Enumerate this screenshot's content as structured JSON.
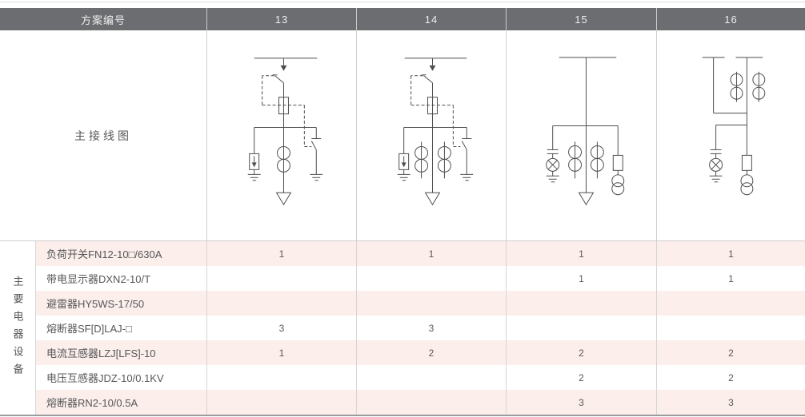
{
  "table": {
    "header": {
      "scheme_label": "方案编号",
      "schemes": [
        "13",
        "14",
        "15",
        "16"
      ]
    },
    "diagram_row_label": "主接线图",
    "equipment_group_label": "主要电器设备",
    "equipment_rows": [
      {
        "name": "负荷开关FN12-10□/630A",
        "values": [
          "1",
          "1",
          "1",
          "1"
        ]
      },
      {
        "name": "带电显示器DXN2-10/T",
        "values": [
          "",
          "",
          "1",
          "1"
        ]
      },
      {
        "name": "避雷器HY5WS-17/50",
        "values": [
          "",
          "",
          "",
          ""
        ]
      },
      {
        "name": "熔断器SF[D]LAJ-□",
        "values": [
          "3",
          "3",
          "",
          ""
        ]
      },
      {
        "name": "电流互感器LZJ[LFS]-10",
        "values": [
          "1",
          "2",
          "2",
          "2"
        ]
      },
      {
        "name": "电压互感器JDZ-10/0.1KV",
        "values": [
          "",
          "",
          "2",
          "2"
        ]
      },
      {
        "name": "熔断器RN2-10/0.5A",
        "values": [
          "",
          "",
          "3",
          "3"
        ]
      }
    ],
    "diagrams": [
      {
        "scheme": "13",
        "symbols": [
          "busbar",
          "drawout-contact-arrow",
          "load-switch",
          "interlock-dashed-link",
          "fuse",
          "lightning-arrester",
          "ground",
          "current-transformer",
          "earthing-switch",
          "outgoing-feeder-arrow"
        ]
      },
      {
        "scheme": "14",
        "symbols": [
          "busbar",
          "drawout-contact-arrow",
          "load-switch",
          "interlock-dashed-link",
          "fuse",
          "lightning-arrester",
          "ground",
          "current-transformer",
          "current-transformer",
          "earthing-switch",
          "outgoing-feeder-arrow"
        ]
      },
      {
        "scheme": "15",
        "symbols": [
          "busbar",
          "charged-display-indicator",
          "ground",
          "current-transformer",
          "current-transformer",
          "fuse",
          "voltage-transformer",
          "outgoing-feeder-arrow"
        ]
      },
      {
        "scheme": "16",
        "symbols": [
          "busbar",
          "busbar",
          "current-transformer",
          "current-transformer",
          "charged-display-indicator",
          "ground",
          "fuse",
          "voltage-transformer"
        ]
      }
    ],
    "colors": {
      "header_bg": "#6b6d70",
      "header_text": "#ededee",
      "row_pink": "#fbeeeb",
      "body_text": "#565759",
      "diagram_stroke": "#4e4e4e",
      "grid_line": "#cfcfcf",
      "bottom_rule": "#9c9c9c"
    }
  }
}
